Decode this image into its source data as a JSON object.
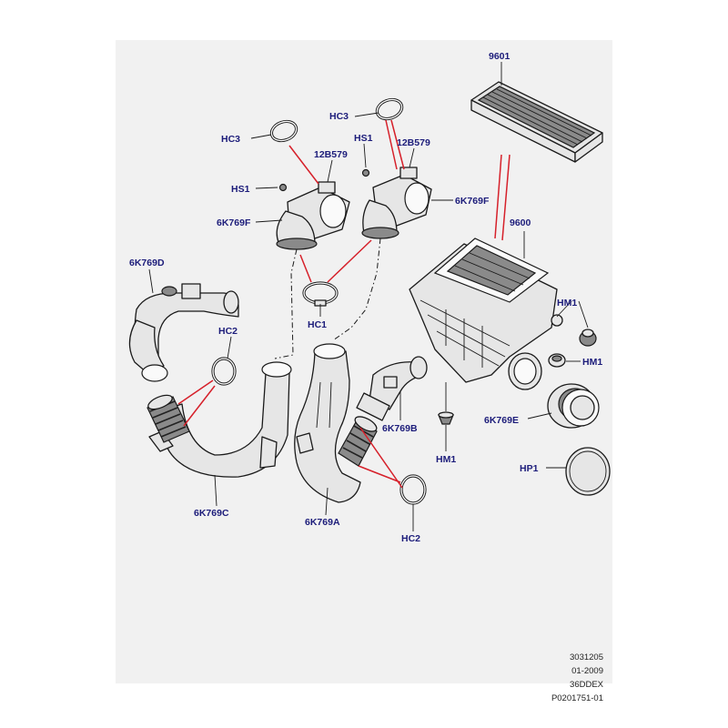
{
  "callouts": [
    {
      "id": "c-9601",
      "text": "9601"
    },
    {
      "id": "c-hc3-a",
      "text": "HC3"
    },
    {
      "id": "c-hc3-b",
      "text": "HC3"
    },
    {
      "id": "c-hs1-a",
      "text": "HS1"
    },
    {
      "id": "c-hs1-b",
      "text": "HS1"
    },
    {
      "id": "c-12b579-a",
      "text": "12B579"
    },
    {
      "id": "c-12b579-b",
      "text": "12B579"
    },
    {
      "id": "c-6k769f-a",
      "text": "6K769F"
    },
    {
      "id": "c-6k769f-b",
      "text": "6K769F"
    },
    {
      "id": "c-9600",
      "text": "9600"
    },
    {
      "id": "c-6k769d",
      "text": "6K769D"
    },
    {
      "id": "c-hc1",
      "text": "HC1"
    },
    {
      "id": "c-hc2-a",
      "text": "HC2"
    },
    {
      "id": "c-hm1-a",
      "text": "HM1"
    },
    {
      "id": "c-hm1-b",
      "text": "HM1"
    },
    {
      "id": "c-hm1-c",
      "text": "HM1"
    },
    {
      "id": "c-6k769b",
      "text": "6K769B"
    },
    {
      "id": "c-6k769e",
      "text": "6K769E"
    },
    {
      "id": "c-hp1",
      "text": "HP1"
    },
    {
      "id": "c-6k769c",
      "text": "6K769C"
    },
    {
      "id": "c-6k769a",
      "text": "6K769A"
    },
    {
      "id": "c-hc2-b",
      "text": "HC2"
    }
  ],
  "stamp": [
    "3031205",
    "01-2009",
    "36DDEX",
    "P0201751-01"
  ]
}
